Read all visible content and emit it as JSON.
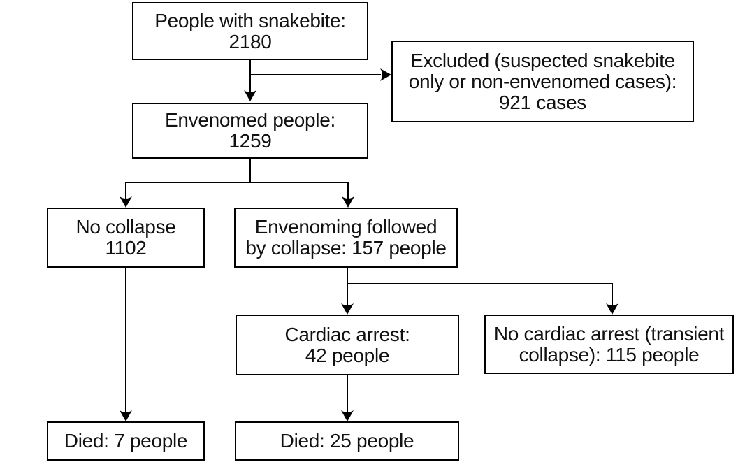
{
  "diagram": {
    "type": "flowchart",
    "topic": "Snakebite cohort outcomes",
    "colors": {
      "background": "#ffffff",
      "box_border": "#000000",
      "text": "#111111",
      "connector": "#000000"
    },
    "nodes": {
      "snakebite": {
        "lines": [
          "People with snakebite:",
          "2180"
        ]
      },
      "excluded": {
        "lines": [
          "Excluded (suspected snakebite",
          "only or non-envenomed cases):",
          "921 cases"
        ]
      },
      "envenomed": {
        "lines": [
          "Envenomed people:",
          "1259"
        ]
      },
      "no_collapse": {
        "lines": [
          "No collapse",
          "1102"
        ]
      },
      "collapse": {
        "lines": [
          "Envenoming followed",
          "by collapse: 157 people"
        ]
      },
      "cardiac_arrest": {
        "lines": [
          "Cardiac arrest:",
          "42 people"
        ]
      },
      "no_cardiac_arrest": {
        "lines": [
          "No cardiac arrest (transient",
          "collapse): 115 people"
        ]
      },
      "died_no_collapse": {
        "lines": [
          "Died: 7 people"
        ]
      },
      "died_cardiac_arrest": {
        "lines": [
          "Died: 25 people"
        ]
      }
    },
    "edges": [
      "snakebite -> envenomed",
      "snakebite -> excluded",
      "envenomed -> no_collapse",
      "envenomed -> collapse",
      "collapse -> cardiac_arrest",
      "collapse -> no_cardiac_arrest",
      "no_collapse -> died_no_collapse",
      "cardiac_arrest -> died_cardiac_arrest"
    ]
  }
}
